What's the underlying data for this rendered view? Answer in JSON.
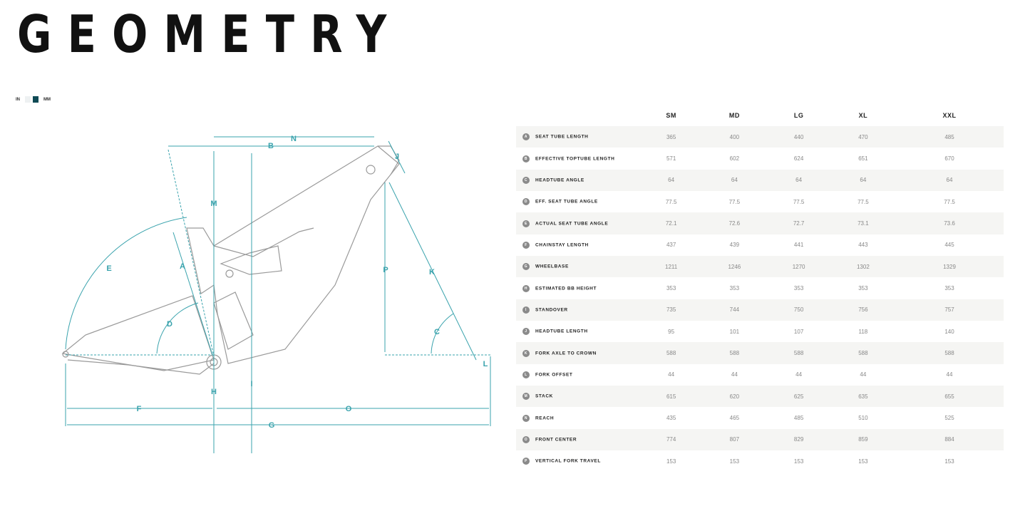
{
  "title": "GEOMETRY",
  "units": {
    "in_label": "IN",
    "mm_label": "MM",
    "selected": "MM",
    "accent": "#0f4a55"
  },
  "colors": {
    "dimension": "#3aa3ad",
    "frame": "#9a9a9a"
  },
  "diagram": {
    "labels": {
      "A": "A",
      "B": "B",
      "C": "C",
      "D": "D",
      "E": "E",
      "F": "F",
      "G": "G",
      "H": "H",
      "I": "I",
      "J": "J",
      "K": "K",
      "L": "L",
      "M": "M",
      "N": "N",
      "O": "O",
      "P": "P"
    }
  },
  "table": {
    "sizes": [
      "SM",
      "MD",
      "LG",
      "XL",
      "XXL"
    ],
    "rows": [
      {
        "key": "A",
        "label": "SEAT TUBE LENGTH",
        "values": [
          "365",
          "400",
          "440",
          "470",
          "485"
        ]
      },
      {
        "key": "B",
        "label": "EFFECTIVE TOPTUBE LENGTH",
        "values": [
          "571",
          "602",
          "624",
          "651",
          "670"
        ]
      },
      {
        "key": "C",
        "label": "HEADTUBE ANGLE",
        "values": [
          "64",
          "64",
          "64",
          "64",
          "64"
        ]
      },
      {
        "key": "D",
        "label": "EFF. SEAT TUBE ANGLE",
        "values": [
          "77.5",
          "77.5",
          "77.5",
          "77.5",
          "77.5"
        ]
      },
      {
        "key": "E",
        "label": "ACTUAL SEAT TUBE ANGLE",
        "values": [
          "72.1",
          "72.6",
          "72.7",
          "73.1",
          "73.6"
        ]
      },
      {
        "key": "F",
        "label": "CHAINSTAY LENGTH",
        "values": [
          "437",
          "439",
          "441",
          "443",
          "445"
        ]
      },
      {
        "key": "G",
        "label": "WHEELBASE",
        "values": [
          "1211",
          "1246",
          "1270",
          "1302",
          "1329"
        ]
      },
      {
        "key": "H",
        "label": "ESTIMATED BB HEIGHT",
        "values": [
          "353",
          "353",
          "353",
          "353",
          "353"
        ]
      },
      {
        "key": "I",
        "label": "STANDOVER",
        "values": [
          "735",
          "744",
          "750",
          "756",
          "757"
        ]
      },
      {
        "key": "J",
        "label": "HEADTUBE LENGTH",
        "values": [
          "95",
          "101",
          "107",
          "118",
          "140"
        ]
      },
      {
        "key": "K",
        "label": "FORK AXLE TO CROWN",
        "values": [
          "588",
          "588",
          "588",
          "588",
          "588"
        ]
      },
      {
        "key": "L",
        "label": "FORK OFFSET",
        "values": [
          "44",
          "44",
          "44",
          "44",
          "44"
        ]
      },
      {
        "key": "M",
        "label": "STACK",
        "values": [
          "615",
          "620",
          "625",
          "635",
          "655"
        ]
      },
      {
        "key": "N",
        "label": "REACH",
        "values": [
          "435",
          "465",
          "485",
          "510",
          "525"
        ]
      },
      {
        "key": "O",
        "label": "FRONT CENTER",
        "values": [
          "774",
          "807",
          "829",
          "859",
          "884"
        ]
      },
      {
        "key": "P",
        "label": "VERTICAL FORK TRAVEL",
        "values": [
          "153",
          "153",
          "153",
          "153",
          "153"
        ]
      }
    ]
  }
}
